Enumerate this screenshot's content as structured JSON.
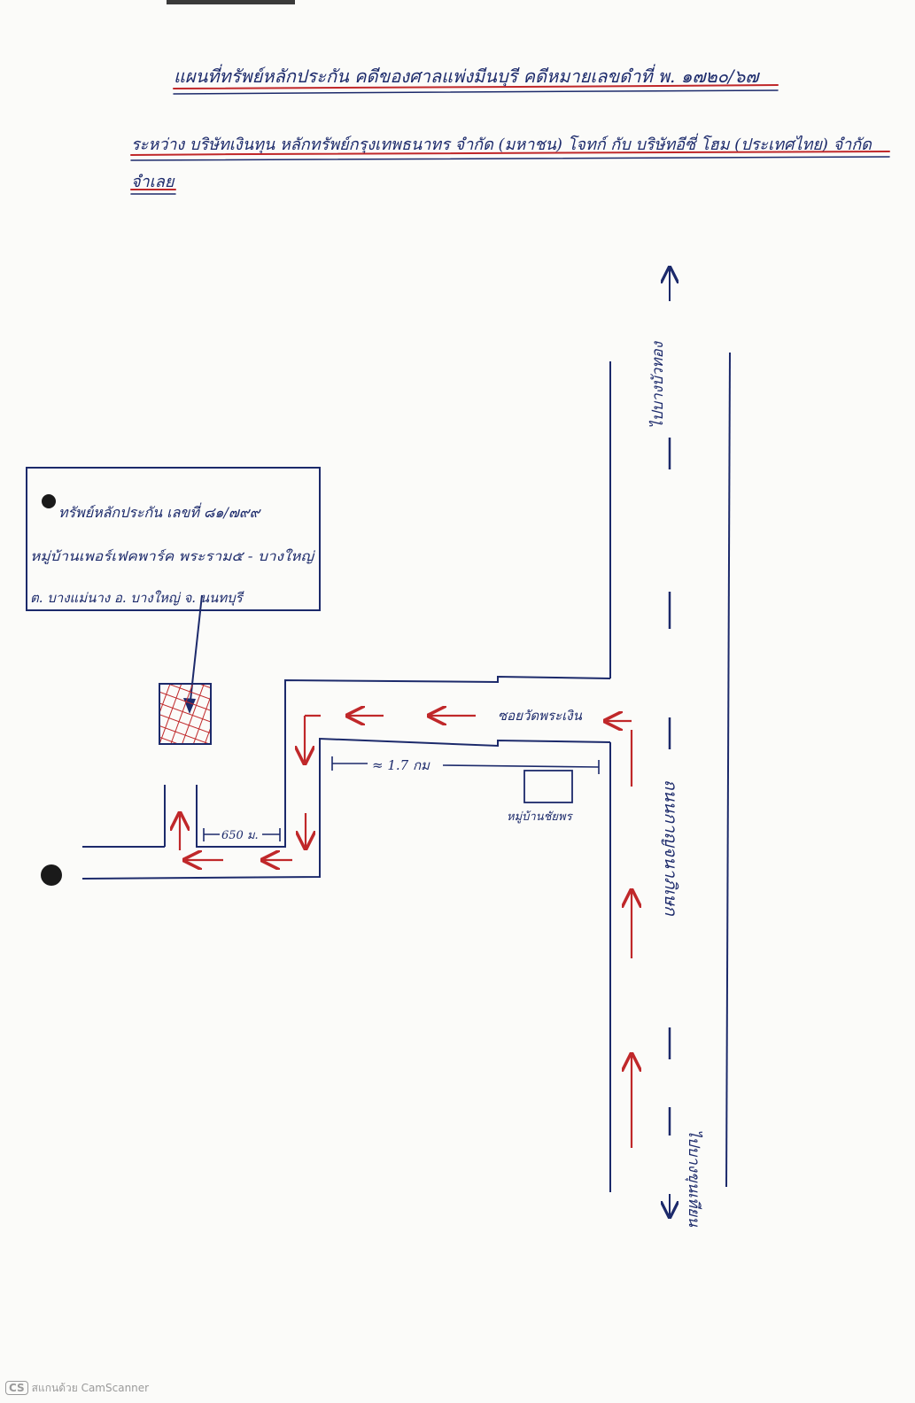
{
  "document": {
    "title_line_1": "แผนที่ทรัพย์หลักประกัน คดีของศาลแพ่งมีนบุรี คดีหมายเลขดำที่ พ. ๑๗๒๐/๖๗",
    "title_line_2": "ระหว่าง บริษัทเงินทุน หลักทรัพย์กรุงเทพธนาทร จำกัด (มหาชน) โจทก์ กับ บริษัทอีซี่ โฮม (ประเทศไทย) จำกัด",
    "title_line_3": "จำเลย"
  },
  "map": {
    "property_box": {
      "line_1": "ทรัพย์หลักประกัน เลขที่ ๘๑/๗๙๙",
      "line_2": "หมู่บ้านเพอร์เฟคพาร์ค พระราม๕ - บางใหญ่",
      "line_3": "ต. บางแม่นาง อ. บางใหญ่ จ. นนทบุรี"
    },
    "main_road_label": "ถนนกาญจนาภิเษก",
    "to_north_label": "ไปบางบัวทอง",
    "to_south_label": "ไปบางขุนเทียน",
    "soi_label": "ซอยวัดพระเงิน",
    "distance_long": "≈ 1.7 กม",
    "distance_short": "650 ม.",
    "landmark_label": "หมู่บ้านชัยพร"
  },
  "footer": {
    "logo": "CS",
    "text": "สแกนด้วย CamScanner"
  },
  "colors": {
    "ink_blue": "#1c2a6b",
    "ink_red": "#c0282a"
  }
}
